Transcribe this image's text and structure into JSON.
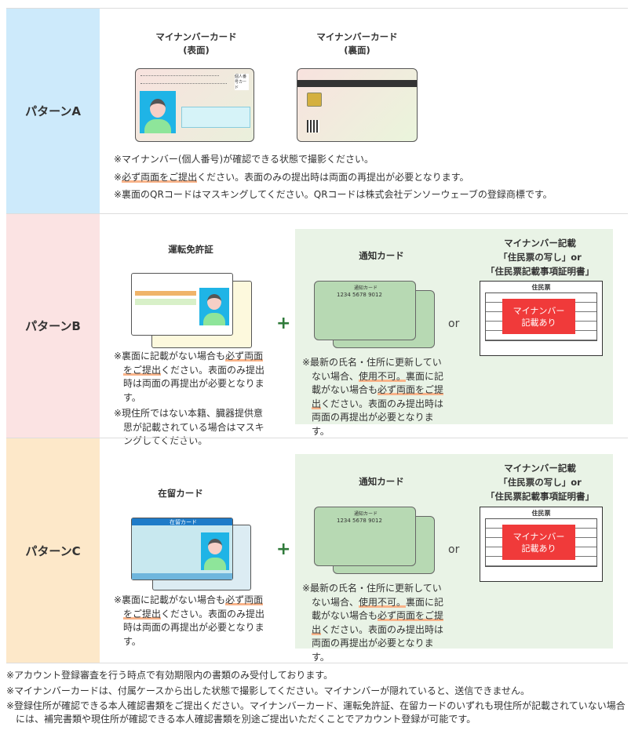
{
  "patterns": [
    {
      "label": "パターンA",
      "color": "#cdeafb",
      "front_title": "マイナンバーカード",
      "front_sub": "(表面)",
      "back_title": "マイナンバーカード",
      "back_sub": "(裏面)",
      "card_badge": "個人番号カード",
      "notes": [
        [
          {
            "t": "※マイナンバー(個人番号)が確認できる状態で撮影ください。"
          }
        ],
        [
          {
            "t": "※"
          },
          {
            "t": "必ず両面をご提出",
            "hl": true
          },
          {
            "t": "ください。表面のみの提出時は両面の再提出が必要となります。"
          }
        ],
        [
          {
            "t": "※裏面のQRコードはマスキングしてください。QRコードは株式会社デンソーウェーブの登録商標です。"
          }
        ]
      ]
    },
    {
      "label": "パターンB",
      "color": "#fbe3e3",
      "doc_title": "運転免許証",
      "plus": "+",
      "or": "or",
      "notice_title": "通知カード",
      "notice_card_label": "通知カード",
      "notice_number": "1234 5678 9012",
      "jumin_title": [
        "マイナンバー記載",
        "「住民票の写し」or",
        "「住民票記載事項証明書」"
      ],
      "jumin_head": "住民票",
      "jumin_stamp": [
        "マイナンバー",
        "記載あり"
      ],
      "notes": [
        [
          {
            "t": "※裏面に記載がない場合も"
          },
          {
            "t": "必ず両面をご提出",
            "hl": true
          },
          {
            "t": "ください。表面のみ提出時は両面の再提出が必要となります。"
          }
        ],
        [
          {
            "t": "※現住所ではない本籍、臓器提供意思が記載されている場合はマスキングしてください。"
          }
        ]
      ],
      "notice_notes": [
        [
          {
            "t": "※最新の氏名・住所に更新していない場合、"
          },
          {
            "t": "使用不可。",
            "hl": true
          },
          {
            "t": "裏面に記載がない場合も"
          },
          {
            "t": "必ず両面をご提出",
            "hl": true
          },
          {
            "t": "ください。表面のみ提出時は両面の再提出が必要となります。"
          }
        ]
      ]
    },
    {
      "label": "パターンC",
      "color": "#fde8c9",
      "doc_title": "在留カード",
      "card_label": "在留カード",
      "plus": "+",
      "or": "or",
      "notice_title": "通知カード",
      "notice_card_label": "通知カード",
      "notice_number": "1234 5678 9012",
      "jumin_title": [
        "マイナンバー記載",
        "「住民票の写し」or",
        "「住民票記載事項証明書」"
      ],
      "jumin_head": "住民票",
      "jumin_stamp": [
        "マイナンバー",
        "記載あり"
      ],
      "notes": [
        [
          {
            "t": "※裏面に記載がない場合も"
          },
          {
            "t": "必ず両面をご提出",
            "hl": true
          },
          {
            "t": "ください。表面のみ提出時は両面の再提出が必要となります。"
          }
        ]
      ],
      "notice_notes": [
        [
          {
            "t": "※最新の氏名・住所に更新していない場合、"
          },
          {
            "t": "使用不可。",
            "hl": true
          },
          {
            "t": "裏面に記載がない場合も"
          },
          {
            "t": "必ず両面をご提出",
            "hl": true
          },
          {
            "t": "ください。表面のみ提出時は両面の再提出が必要となります。"
          }
        ]
      ]
    }
  ],
  "footer": [
    "※アカウント登録審査を行う時点で有効期限内の書類のみ受付しております。",
    "※マイナンバーカードは、付属ケースから出した状態で撮影してください。マイナンバーが隠れていると、送信できません。",
    "※登録住所が確認できる本人確認書類をご提出ください。マイナンバーカード、運転免許証、在留カードのいずれも現住所が記載されていない場合には、補完書類や現住所が確認できる本人確認書類を別途ご提出いただくことでアカウント登録が可能です。"
  ],
  "colors": {
    "highlight": "#f9b48a",
    "green_panel": "#e9f3e6",
    "plus": "#2f7a3a",
    "stamp": "#f03a3a"
  }
}
